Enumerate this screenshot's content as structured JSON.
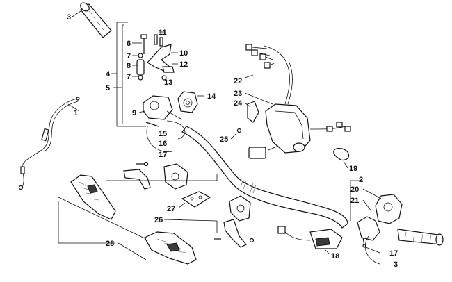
{
  "callouts": [
    {
      "id": "c3a",
      "text": "3"
    },
    {
      "id": "c6",
      "text": "6"
    },
    {
      "id": "c7a",
      "text": "7"
    },
    {
      "id": "c8",
      "text": "8"
    },
    {
      "id": "c7b",
      "text": "7"
    },
    {
      "id": "c4",
      "text": "4"
    },
    {
      "id": "c5",
      "text": "5"
    },
    {
      "id": "c11",
      "text": "11"
    },
    {
      "id": "c10",
      "text": "10"
    },
    {
      "id": "c12",
      "text": "12"
    },
    {
      "id": "c13",
      "text": "13"
    },
    {
      "id": "c14",
      "text": "14"
    },
    {
      "id": "c9",
      "text": "9"
    },
    {
      "id": "c15",
      "text": "15"
    },
    {
      "id": "c16",
      "text": "16"
    },
    {
      "id": "c17a",
      "text": "17"
    },
    {
      "id": "c1",
      "text": "1"
    },
    {
      "id": "c22",
      "text": "22"
    },
    {
      "id": "c23",
      "text": "23"
    },
    {
      "id": "c24",
      "text": "24"
    },
    {
      "id": "c25",
      "text": "25"
    },
    {
      "id": "c19",
      "text": "19"
    },
    {
      "id": "c2",
      "text": "2"
    },
    {
      "id": "c20",
      "text": "20"
    },
    {
      "id": "c21",
      "text": "21"
    },
    {
      "id": "c27",
      "text": "27"
    },
    {
      "id": "c26",
      "text": "26"
    },
    {
      "id": "c28",
      "text": "28"
    },
    {
      "id": "c18",
      "text": "18"
    },
    {
      "id": "c17b",
      "text": "17"
    },
    {
      "id": "c3b",
      "text": "3"
    }
  ]
}
